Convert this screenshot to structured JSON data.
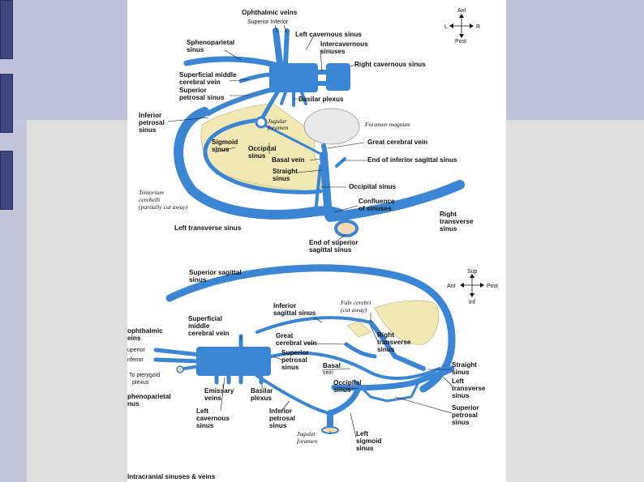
{
  "tabs": [
    "",
    "",
    ""
  ],
  "top": {
    "orientation": {
      "ant": "Ant",
      "post": "Post",
      "l": "L",
      "r": "R"
    },
    "labels": {
      "ophthalmic": "Ophthalmic veins",
      "sup_inf": "Superior  Inferior",
      "left_cav": "Left cavernous sinus",
      "intercav1": "Intercavernous",
      "intercav2": "sinuses",
      "right_cav": "Right cavernous sinus",
      "spheno1": "Sphenoparietal",
      "spheno2": "sinus",
      "smcv1": "Superficial middle",
      "smcv2": "cerebral vein",
      "sps1": "Superior",
      "sps2": "petrosal sinus",
      "basilar": "Basilar plexus",
      "ips1": "Inferior",
      "ips2": "petrosal",
      "ips3": "sinus",
      "jugular1": "Jugular",
      "jugular2": "foramen",
      "foramen_magnum": "Foramen magnum",
      "sigmoid1": "Sigmoid",
      "sigmoid2": "sinus",
      "occipital1": "Occipital",
      "occipital2": "sinus",
      "great_cer": "Great cerebral vein",
      "basal": "Basal vein",
      "end_inf_sag": "End of inferior sagittal sinus",
      "straight1": "Straight",
      "straight2": "sinus",
      "tentorium1": "Tentorium",
      "tentorium2": "cerebelli",
      "tentorium3": "(partially cut away)",
      "occipital_sinus": "Occipital sinus",
      "confluence1": "Confluence",
      "confluence2": "of sinuses",
      "right_trans1": "Right",
      "right_trans2": "transverse",
      "right_trans3": "sinus",
      "left_trans": "Left transverse sinus",
      "end_sup_sag1": "End of superior",
      "end_sup_sag2": "sagittal sinus"
    }
  },
  "bottom": {
    "orientation": {
      "sup": "Sup",
      "inf": "Inf",
      "ant": "Ant",
      "post": "Post"
    },
    "labels": {
      "sss1": "Superior sagittal",
      "sss2": "sinus",
      "iss1": "Inferior",
      "iss2": "sagittal sinus",
      "falx1": "Falx cerebri",
      "falx2": "(cut away)",
      "smcv1": "Superficial",
      "smcv2": "middle",
      "smcv3": "cerebral vein",
      "ophth1": "ophthalmic",
      "ophth2": "eins",
      "superior": "uperior",
      "inferior": "nferior",
      "gcv1": "Great",
      "gcv2": "cerebral vein",
      "rts1": "Right",
      "rts2": "transverse",
      "rts3": "sinus",
      "sps1": "Superior",
      "sps2": "petrosal",
      "sps3": "sinus",
      "pter1": "To pterygoid",
      "pter2": "plexus",
      "basal1": "Basal",
      "basal2": "vein",
      "straight1": "Straight",
      "straight2": "sinus",
      "lts1": "Left",
      "lts2": "transverse",
      "lts3": "sinus",
      "spheno1": "phenoparietal",
      "spheno2": "nus",
      "emiss1": "Emissary",
      "emiss2": "veins",
      "basplex1": "Basilar",
      "basplex2": "plexus",
      "occ1": "Occipital",
      "occ2": "sinus",
      "lcav1": "Left",
      "lcav2": "cavernous",
      "lcav3": "sinus",
      "ips1": "Inferior",
      "ips2": "petrosal",
      "ips3": "sinus",
      "sps_b1": "Superior",
      "sps_b2": "petrosal",
      "sps_b3": "sinus",
      "jug1": "Jugular",
      "jug2": "foramen",
      "lsig1": "Left",
      "lsig2": "sigmoid",
      "lsig3": "sinus"
    }
  },
  "caption": "Intracranial sinuses & veins",
  "colors": {
    "vein": "#3a86d4",
    "tentorium": "#f1e8b4",
    "band": "#bfc2da",
    "lower_bg": "#dedede",
    "tab": "#3d4680"
  }
}
